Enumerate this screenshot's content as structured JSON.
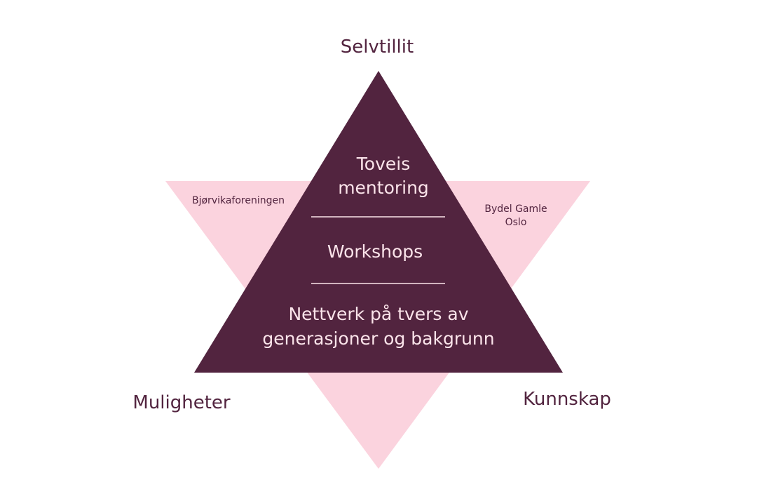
{
  "colors": {
    "background": "#ffffff",
    "pink_triangle": "#fbd3de",
    "dark_triangle": "#52243f",
    "label_text": "#52243f",
    "inner_text": "#fbe4ea",
    "side_text": "#52243f",
    "divider": "#fbe4ea"
  },
  "corners": {
    "top": "Selvtillit",
    "bottom_left": "Muligheter",
    "bottom_right": "Kunnskap"
  },
  "pink_triangle": {
    "left_label": "Bjørvikaforeningen",
    "right_label_line1": "Bydel Gamle",
    "right_label_line2": "Oslo"
  },
  "dark_triangle": {
    "section1_line1": "Toveis",
    "section1_line2": "mentoring",
    "section2": "Workshops",
    "section3_line1": "Nettverk på tvers av",
    "section3_line2": "generasjoner og bakgrunn"
  }
}
